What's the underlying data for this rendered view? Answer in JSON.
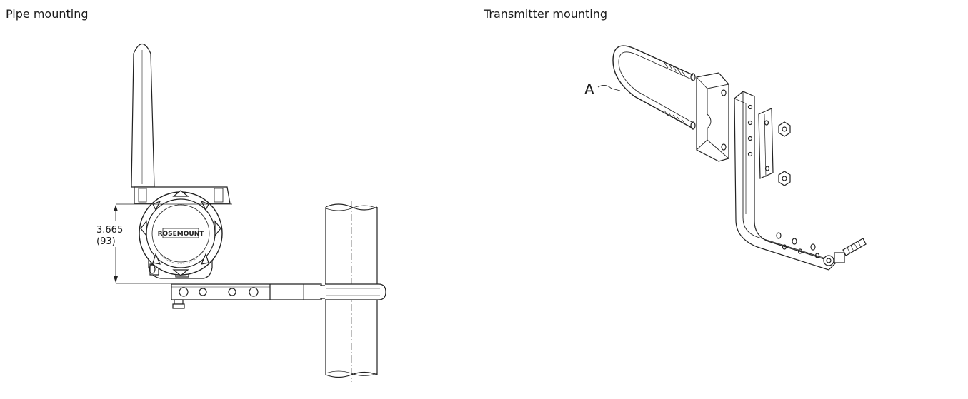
{
  "headers": {
    "left": "Pipe mounting",
    "right": "Transmitter mounting"
  },
  "pipe_mounting": {
    "dimension_inches": "3.665",
    "dimension_mm": "(93)",
    "brand_text": "ROSEMOUNT"
  },
  "transmitter_mounting": {
    "callout_label": "A"
  }
}
